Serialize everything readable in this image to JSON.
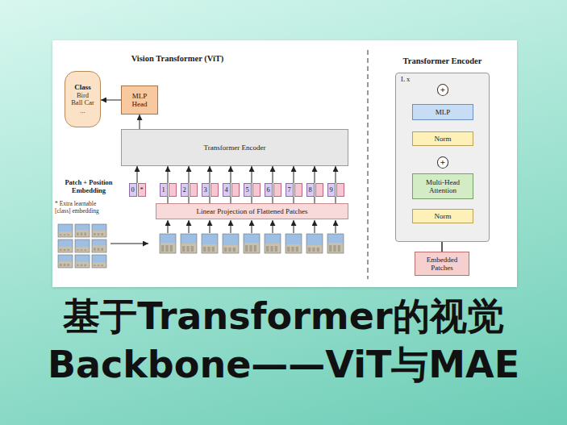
{
  "diagram": {
    "title": "基于Transformer的视觉 Backbone——ViT与MAE",
    "nodes": [
      {
        "text": [
          "Class",
          "Bird Ball Car ..."
        ]
      },
      {
        "text": [
          "MLP Head"
        ]
      },
      {
        "text": [
          "Transformer Encoder"
        ]
      },
      {
        "text": [
          "0",
          "*"
        ]
      },
      {
        "text": [
          "1"
        ]
      },
      {
        "text": [
          "2"
        ]
      },
      {
        "text": [
          "3"
        ]
      },
      {
        "text": [
          "4"
        ]
      },
      {
        "text": [
          "5"
        ]
      },
      {
        "text": [
          "6"
        ]
      },
      {
        "text": [
          "7"
        ]
      },
      {
        "text": [
          "8"
        ]
      },
      {
        "text": [
          "9"
        ]
      },
      {
        "text": [
          "Linear Projection of Flattened Patches"
        ]
      },
      {
        "text": [
          "Transformer Encoder",
          "L x"
        ]
      },
      {
        "text": [
          "+"
        ],
        "in": 14
      },
      {
        "text": [
          "MLP"
        ],
        "in": 14
      },
      {
        "text": [
          "Norm"
        ],
        "in": 14
      },
      {
        "text": [
          "+"
        ],
        "in": 14
      },
      {
        "text": [
          "Multi-Head Attention"
        ],
        "in": 14
      },
      {
        "text": [
          "Norm"
        ],
        "in": 14
      },
      {
        "text": [
          "Embedded Patches"
        ]
      }
    ],
    "edges": [
      {
        "from": 1,
        "to": 0,
        "arrow": "to"
      },
      {
        "from": 2,
        "to": 1,
        "arrow": "to"
      },
      {
        "from": 3,
        "to": 2,
        "arrow": "to"
      },
      {
        "from": 4,
        "to": 2,
        "arrow": "to"
      },
      {
        "from": 5,
        "to": 2,
        "arrow": "to"
      },
      {
        "from": 6,
        "to": 2,
        "arrow": "to"
      },
      {
        "from": 7,
        "to": 2,
        "arrow": "to"
      },
      {
        "from": 8,
        "to": 2,
        "arrow": "to"
      },
      {
        "from": 9,
        "to": 2,
        "arrow": "to"
      },
      {
        "from": 10,
        "to": 2,
        "arrow": "to"
      },
      {
        "from": 11,
        "to": 2,
        "arrow": "to"
      },
      {
        "from": 12,
        "to": 2,
        "arrow": "to"
      },
      {
        "from": 13,
        "to": 4,
        "arrow": "none"
      },
      {
        "from": 13,
        "to": 5,
        "arrow": "none"
      },
      {
        "from": 13,
        "to": 6,
        "arrow": "none"
      },
      {
        "from": 13,
        "to": 7,
        "arrow": "none"
      },
      {
        "from": 13,
        "to": 8,
        "arrow": "none"
      },
      {
        "from": 13,
        "to": 9,
        "arrow": "none"
      },
      {
        "from": 13,
        "to": 10,
        "arrow": "none"
      },
      {
        "from": 13,
        "to": 11,
        "arrow": "none"
      },
      {
        "from": 13,
        "to": 12,
        "arrow": "none"
      },
      {
        "from": 21,
        "to": 20,
        "arrow": "to"
      },
      {
        "from": 20,
        "to": 19,
        "arrow": "to"
      },
      {
        "from": 19,
        "to": 18,
        "arrow": "to"
      },
      {
        "from": 21,
        "to": 18,
        "arrow": "to"
      },
      {
        "from": 18,
        "to": 17,
        "arrow": "to"
      },
      {
        "from": 17,
        "to": 16,
        "arrow": "to"
      },
      {
        "from": 16,
        "to": 15,
        "arrow": "to"
      },
      {
        "from": 18,
        "to": 15,
        "arrow": "to"
      }
    ],
    "labels": [
      "Vision Transformer (ViT)",
      "Patch + Position Embedding",
      "* Extra learnable [class] embedding"
    ]
  }
}
